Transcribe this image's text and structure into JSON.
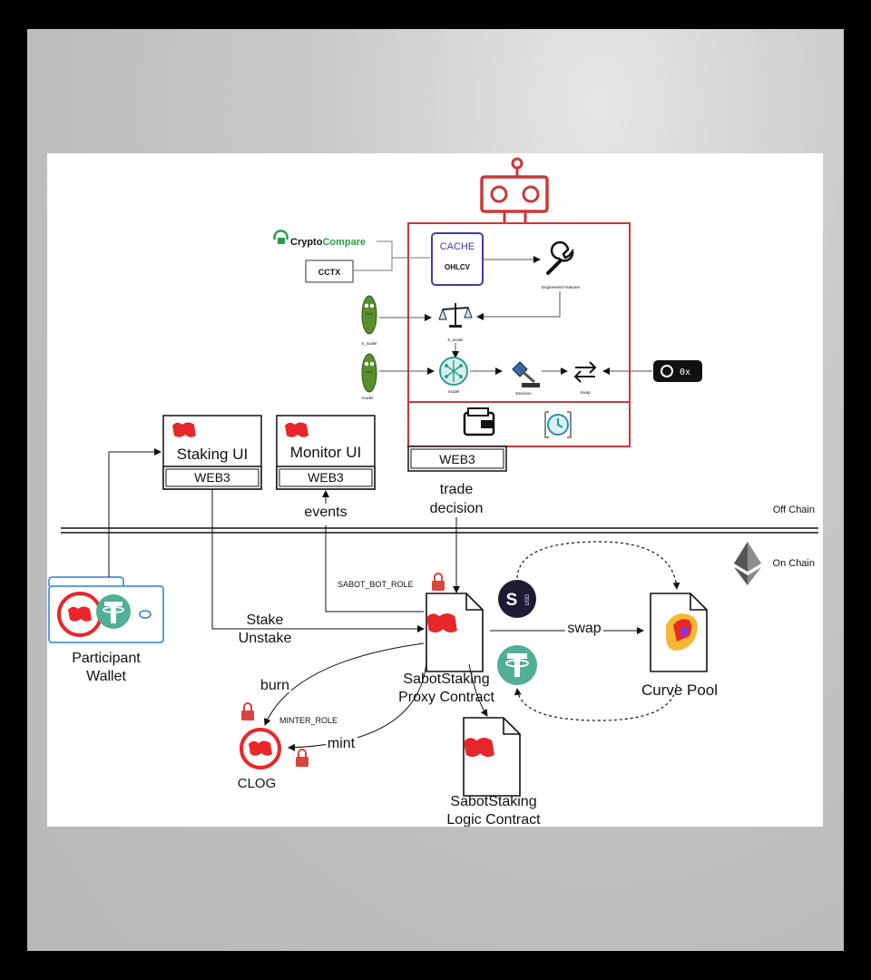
{
  "header_labels": {
    "off_chain": "Off Chain",
    "on_chain": "On Chain"
  },
  "bot": {
    "cache_title": "CACHE",
    "cache_sub": "OHLCV",
    "cryptocompare_a": "Crypto",
    "cryptocompare_b": "Compare",
    "cctx": "CCTX",
    "engineered_features": "Engineered Features",
    "x_scaler_left": "X_scaler",
    "x_scaler_mid": "X_scaler",
    "model_left": "model",
    "model_mid": "model",
    "decision": "Decision",
    "swap": "Swap",
    "zerox": "0x",
    "web3": "WEB3"
  },
  "staking_ui": {
    "title": "Staking UI",
    "web3": "WEB3"
  },
  "monitor_ui": {
    "title": "Monitor UI",
    "web3": "WEB3"
  },
  "labels": {
    "trade": "trade",
    "decision": "decision",
    "events": "events",
    "sabot_bot_role": "SABOT_BOT_ROLE",
    "stake": "Stake",
    "unstake": "Unstake",
    "swap": "swap",
    "burn": "burn",
    "mint": "mint",
    "minter_role": "MINTER_ROLE",
    "usd": "USD"
  },
  "wallet": {
    "line1": "Participant",
    "line2": "Wallet"
  },
  "proxy": {
    "line1": "SabotStaking",
    "line2": "Proxy Contract"
  },
  "logic": {
    "line1": "SabotStaking",
    "line2": "Logic Contract"
  },
  "curve": {
    "label": "Curve Pool"
  },
  "clog": {
    "label": "CLOG"
  },
  "colors": {
    "brand_red": "#e8272a",
    "bot_red": "#c9393a",
    "cache_blue": "#3c3fa8",
    "tether_green": "#50af95",
    "susd_dark": "#1e1a31",
    "wallet_blue": "#2b7bd8"
  }
}
